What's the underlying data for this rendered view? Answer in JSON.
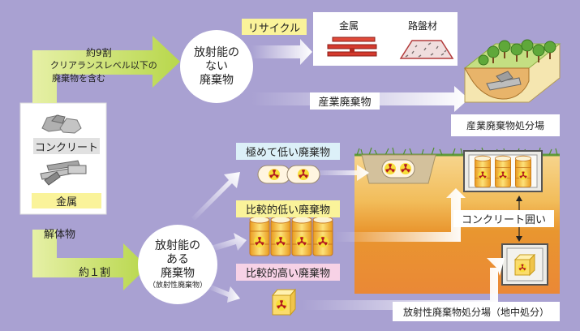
{
  "left_panel": {
    "concrete": "コンクリート",
    "metal": "金属",
    "source": "解体物"
  },
  "upper_arrow": {
    "line1": "約9割",
    "line2": "クリアランスレベル以下の",
    "line3": "廃棄物を含む"
  },
  "lower_arrow": {
    "label": "約１割"
  },
  "non_radioactive": {
    "line1": "放射能の",
    "line2": "ない",
    "line3": "廃棄物"
  },
  "radioactive": {
    "line1": "放射能の",
    "line2": "ある",
    "line3": "廃棄物",
    "note": "（放射性廃棄物）"
  },
  "recycle": {
    "label": "リサイクル",
    "metal": "金属",
    "roadbed": "路盤材"
  },
  "industrial_waste": {
    "label": "産業廃棄物",
    "site": "産業廃棄物処分場"
  },
  "very_low": {
    "label": "極めて低い廃棄物"
  },
  "relatively_low": {
    "label": "比較的低い廃棄物"
  },
  "relatively_high": {
    "label": "比較的高い廃棄物"
  },
  "concrete_enclosure": {
    "label": "コンクリート囲い"
  },
  "disposal_site": {
    "label": "放射性廃棄物処分場（地中処分）"
  },
  "colors": {
    "background": "#a9a1d2",
    "arrow_green": "#cfe27a",
    "label_yellow": "#faf39a",
    "label_blue": "#dcf0f8",
    "label_pink": "#f7d2e6",
    "soil_orange": "#e8902e"
  }
}
